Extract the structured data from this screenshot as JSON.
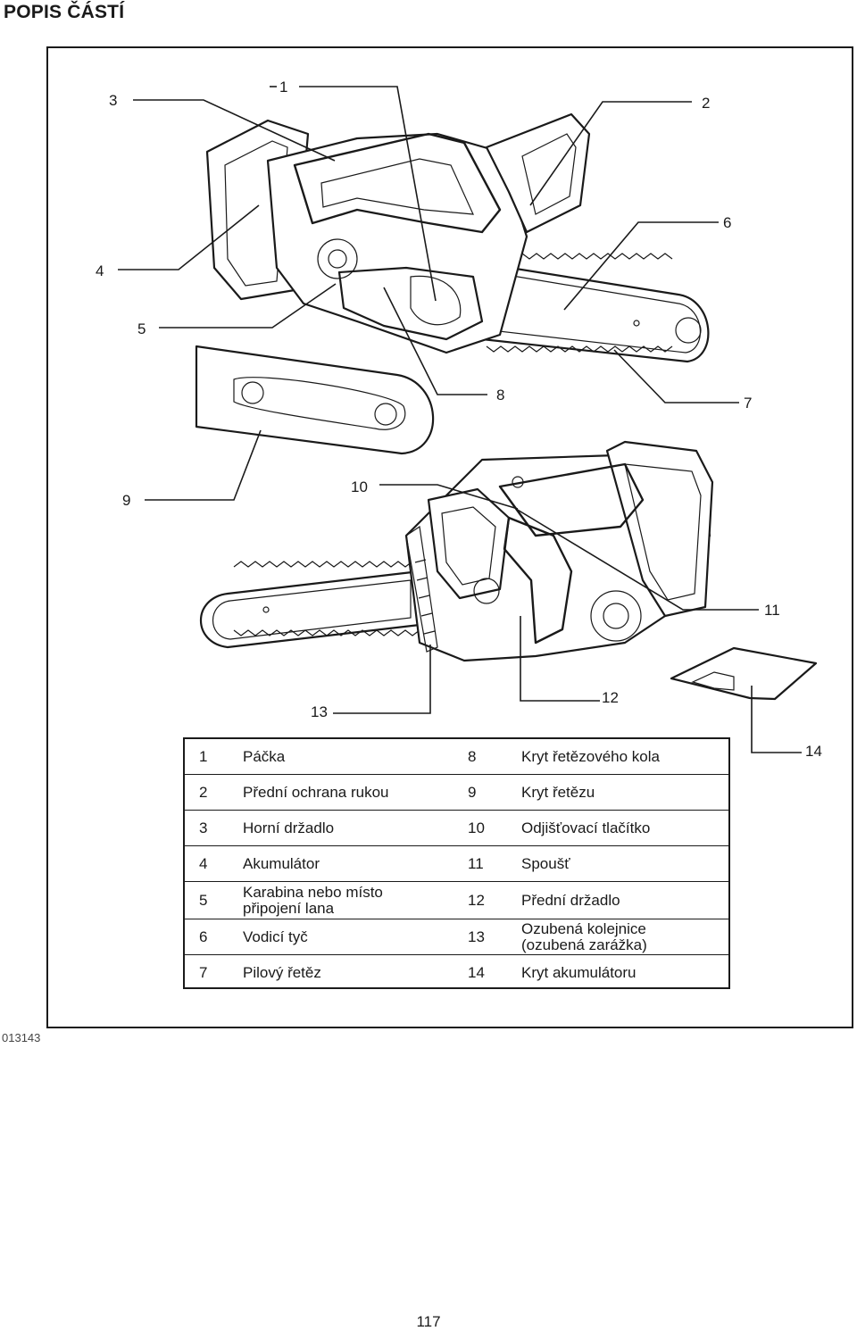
{
  "heading": "POPIS ČÁSTÍ",
  "figure_code": "013143",
  "page_number": "117",
  "callouts": {
    "c1": "1",
    "c2": "2",
    "c3": "3",
    "c4": "4",
    "c5": "5",
    "c6": "6",
    "c7": "7",
    "c8": "8",
    "c9": "9",
    "c10": "10",
    "c11": "11",
    "c12": "12",
    "c13": "13",
    "c14": "14"
  },
  "legend": {
    "rows": [
      {
        "n1": "1",
        "t1": "Páčka",
        "n2": "8",
        "t2": "Kryt řetězového kola"
      },
      {
        "n1": "2",
        "t1": "Přední ochrana rukou",
        "n2": "9",
        "t2": "Kryt řetězu"
      },
      {
        "n1": "3",
        "t1": "Horní držadlo",
        "n2": "10",
        "t2": "Odjišťovací tlačítko"
      },
      {
        "n1": "4",
        "t1": "Akumulátor",
        "n2": "11",
        "t2": "Spoušť"
      },
      {
        "n1": "5",
        "t1": "Karabina nebo místo připojení lana",
        "n2": "12",
        "t2": "Přední držadlo"
      },
      {
        "n1": "6",
        "t1": "Vodicí tyč",
        "n2": "13",
        "t2": "Ozubená kolejnice (ozubená zarážka)"
      },
      {
        "n1": "7",
        "t1": "Pilový řetěz",
        "n2": "14",
        "t2": "Kryt akumulátoru"
      }
    ]
  }
}
